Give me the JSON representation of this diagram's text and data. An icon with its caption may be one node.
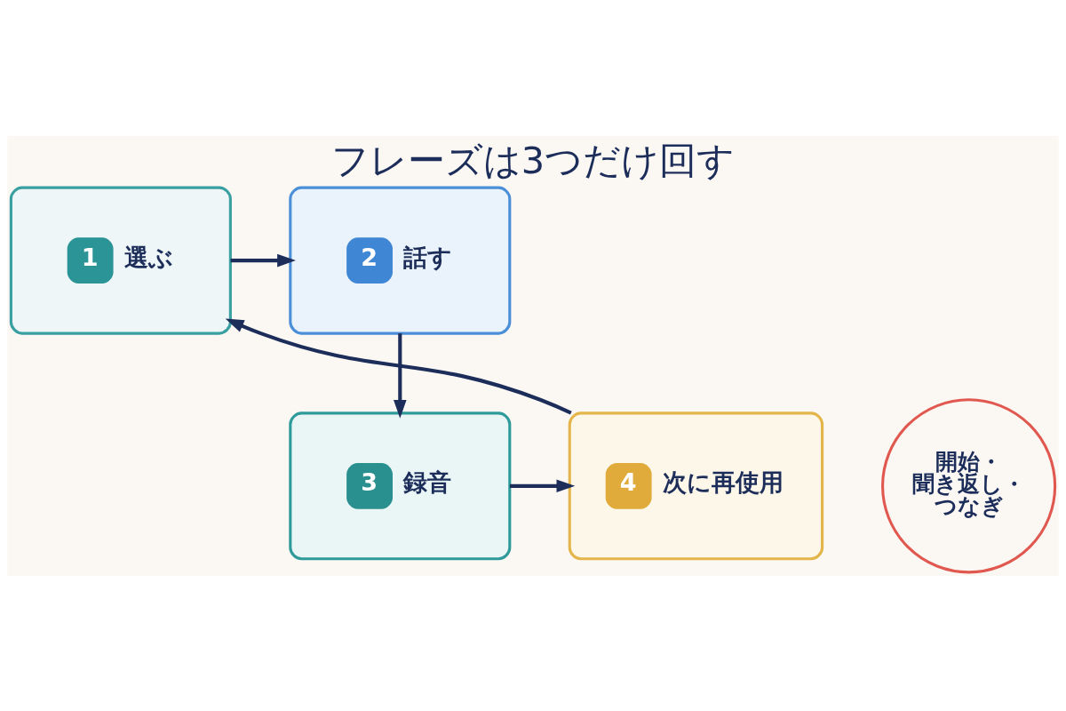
{
  "diagram": {
    "title": "フレーズは3つだけ回す",
    "nodes": [
      {
        "text": [
          "1",
          "選ぶ"
        ]
      },
      {
        "text": [
          "2",
          "話す"
        ]
      },
      {
        "text": [
          "3",
          "録音"
        ]
      },
      {
        "text": [
          "4",
          "次に再使用"
        ]
      },
      {
        "text": [
          "開始・聞き返し・つなぎ"
        ]
      }
    ],
    "edges": [
      {
        "from": 0,
        "to": 1,
        "arrow": "to"
      },
      {
        "from": 1,
        "to": 2,
        "arrow": "to"
      },
      {
        "from": 2,
        "to": 3,
        "arrow": "to"
      },
      {
        "from": 3,
        "to": 0,
        "arrow": "to"
      }
    ]
  }
}
